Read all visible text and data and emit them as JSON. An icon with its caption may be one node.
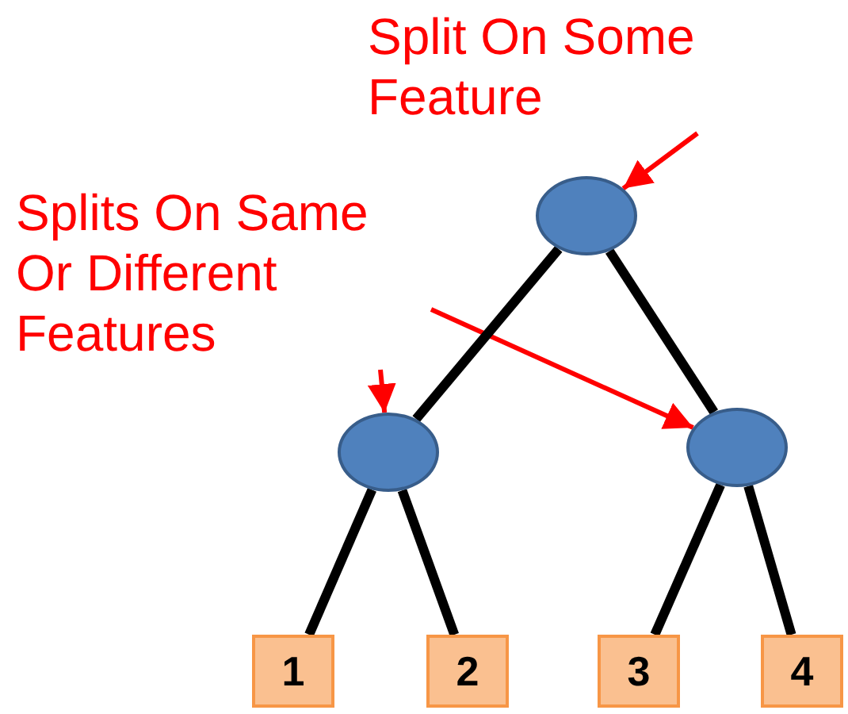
{
  "diagram": {
    "nodes": [
      {
        "text": [
          "Split On Some Feature"
        ]
      },
      {
        "text": [
          "Splits On Same Or Different Features"
        ]
      },
      {
        "text": [],
        "shape": "circle"
      },
      {
        "text": [],
        "shape": "circle"
      },
      {
        "text": [],
        "shape": "circle"
      },
      {
        "text": [
          "1"
        ]
      },
      {
        "text": [
          "2"
        ]
      },
      {
        "text": [
          "3"
        ]
      },
      {
        "text": [
          "4"
        ]
      }
    ],
    "edges": [
      {
        "from": 0,
        "to": 2,
        "arrow": "to",
        "color": "#ff0000"
      },
      {
        "from": 1,
        "to": 3,
        "arrow": "to",
        "color": "#ff0000"
      },
      {
        "from": 1,
        "to": 4,
        "arrow": "to",
        "color": "#ff0000"
      },
      {
        "from": 2,
        "to": 3,
        "arrow": "none"
      },
      {
        "from": 2,
        "to": 4,
        "arrow": "none"
      },
      {
        "from": 3,
        "to": 5,
        "arrow": "none"
      },
      {
        "from": 3,
        "to": 6,
        "arrow": "none"
      },
      {
        "from": 4,
        "to": 7,
        "arrow": "none"
      },
      {
        "from": 4,
        "to": 8,
        "arrow": "none"
      }
    ]
  }
}
